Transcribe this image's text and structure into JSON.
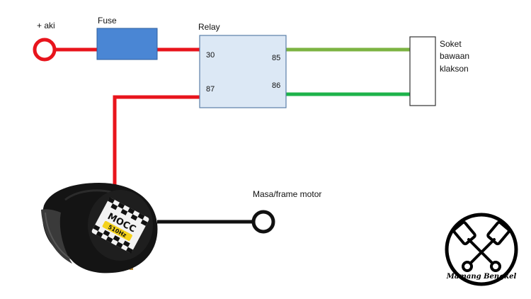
{
  "labels": {
    "battery": "+ aki",
    "fuse": "Fuse",
    "relay": "Relay",
    "socket_line1": "Soket",
    "socket_line2": "bawaan",
    "socket_line3": "klakson",
    "ground": "Masa/frame motor"
  },
  "relay_pins": {
    "p30": "30",
    "p87": "87",
    "p85": "85",
    "p86": "86"
  },
  "horn": {
    "brand": "MOCC",
    "spec": "510Hz"
  },
  "logo": {
    "text": "Mamang Bengkel"
  },
  "colors": {
    "power_wire": "#e8141c",
    "ground_wire": "#111111",
    "wire_85": "#7cb342",
    "wire_86": "#1db34a",
    "fuse_fill": "#4a86d4",
    "relay_fill": "#dce8f5",
    "relay_stroke": "#5a7fa8"
  }
}
